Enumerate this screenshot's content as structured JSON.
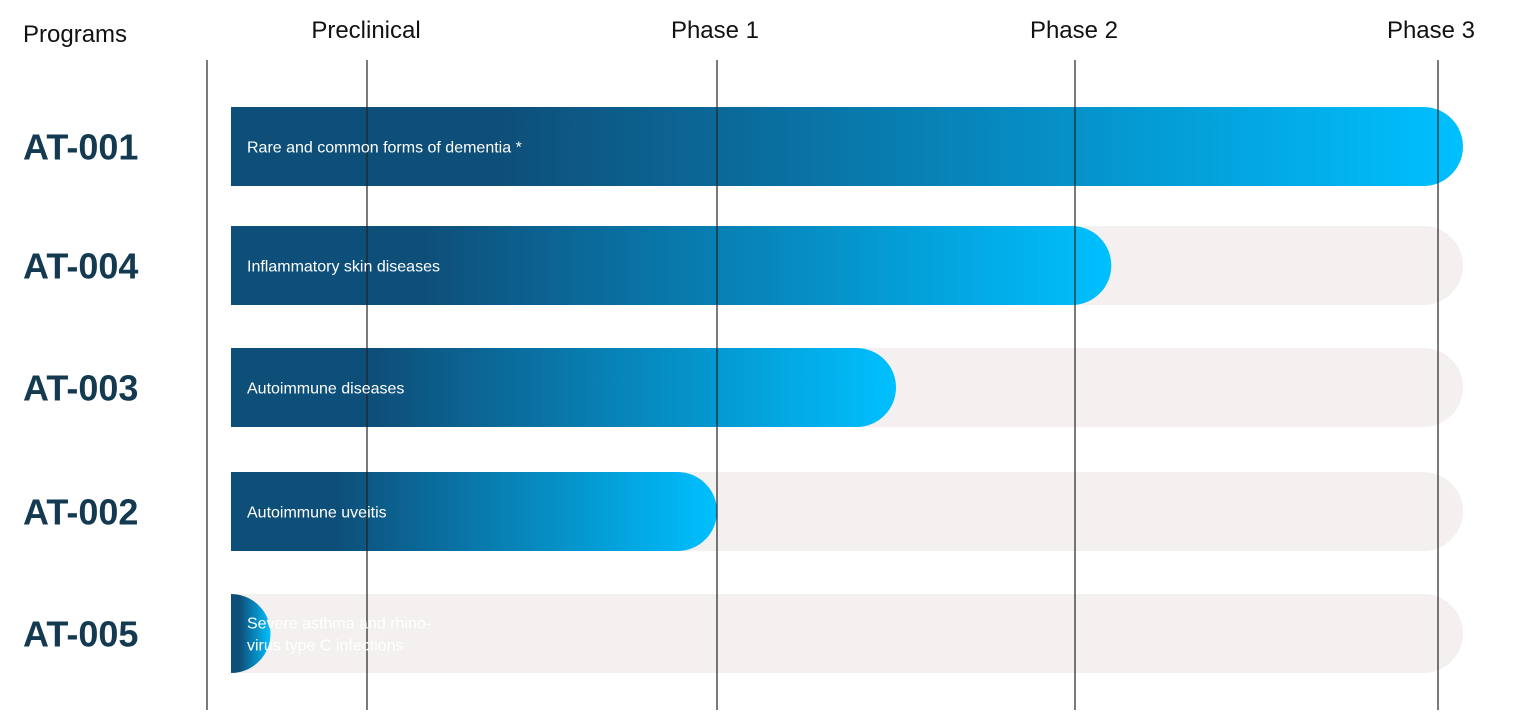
{
  "chart_data": {
    "type": "bar",
    "orientation": "horizontal",
    "row_header": "Programs",
    "stages": [
      "Preclinical",
      "Phase 1",
      "Phase 2",
      "Phase 3"
    ],
    "programs": [
      {
        "name": "AT-001",
        "indication": [
          "Rare and common forms of dementia *"
        ],
        "progress": 4.0
      },
      {
        "name": "AT-004",
        "indication": [
          "Inflammatory skin diseases"
        ],
        "progress": 3.1
      },
      {
        "name": "AT-003",
        "indication": [
          "Autoimmune diseases"
        ],
        "progress": 2.5
      },
      {
        "name": "AT-002",
        "indication": [
          "Autoimmune uveitis"
        ],
        "progress": 2.0
      },
      {
        "name": "AT-005",
        "indication": [
          "Severe asthma and rhino-",
          "virus type C infections"
        ],
        "progress": 0.28
      }
    ],
    "xlim": [
      0,
      4
    ],
    "colors": {
      "bar_start": "#0e4f7a",
      "bar_end": "#00c0ff",
      "track": "#f3f0ef",
      "program_text": "#143a52",
      "stage_text": "#111111",
      "grid": "#222222"
    }
  }
}
